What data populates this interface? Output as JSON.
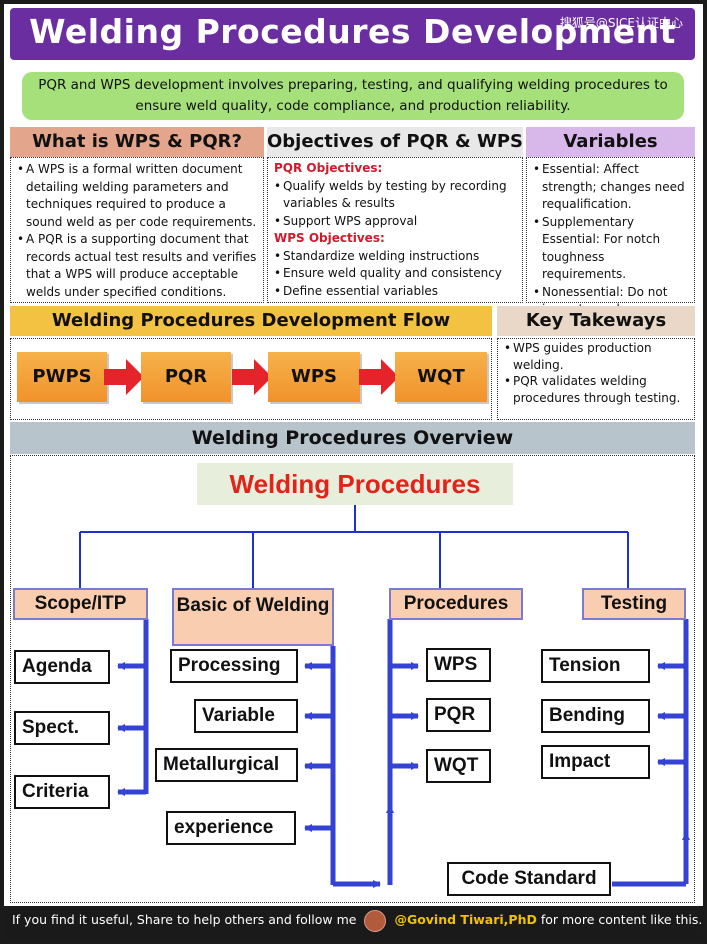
{
  "header": {
    "title": "Welding Procedures Development",
    "watermark": "搜狐号@SICE认证中心"
  },
  "intro": "PQR and WPS development involves preparing, testing, and qualifying welding procedures to ensure weld quality, code compliance, and production reliability.",
  "columns": {
    "what": {
      "title": "What is WPS & PQR?",
      "items": [
        "A WPS is a formal written document detailing welding parameters and techniques required to produce a sound weld as per code requirements.",
        "A PQR is a supporting document that records actual test results and verifies that a WPS will produce acceptable welds under specified conditions."
      ]
    },
    "objectives": {
      "title": "Objectives of PQR & WPS",
      "pqr_label": "PQR Objectives:",
      "pqr_items": [
        "Qualify welds by testing by recording variables & results",
        "Support WPS approval"
      ],
      "wps_label": "WPS Objectives:",
      "wps_items": [
        "Standardize welding instructions",
        "Ensure weld quality and consistency",
        "Define essential variables"
      ]
    },
    "variables": {
      "title": "Variables",
      "items": [
        "Essential: Affect strength; changes need requalification.",
        "Supplementary Essential: For notch toughness requirements.",
        "Nonessential: Do not impact; can be changed."
      ]
    }
  },
  "flow": {
    "title": "Welding Procedures Development Flow",
    "steps": [
      "PWPS",
      "PQR",
      "WPS",
      "WQT"
    ]
  },
  "takeaways": {
    "title": "Key Takeways",
    "items": [
      "WPS guides production welding.",
      "PQR validates welding procedures through testing."
    ]
  },
  "overview": {
    "title": "Welding Procedures  Overview"
  },
  "diagram": {
    "root": "Welding  Procedures",
    "categories": {
      "scope": "Scope/ITP",
      "basic": "Basic of Welding",
      "procedures": "Procedures",
      "testing": "Testing"
    },
    "scope_items": [
      "Agenda",
      "Spect.",
      "Criteria"
    ],
    "basic_items": [
      "Processing",
      "Variable",
      "Metallurgical",
      "experience"
    ],
    "procedure_items": [
      "WPS",
      "PQR",
      "WQT"
    ],
    "testing_items": [
      "Tension",
      "Bending",
      "Impact"
    ],
    "code_standard": "Code Standard"
  },
  "footer": {
    "prefix": "If you find it useful, Share to help others and follow me",
    "author": "@Govind Tiwari,PhD",
    "suffix": "for more content like this."
  },
  "colors": {
    "header": "#6a2ea0",
    "intro": "#a6e07a",
    "flow": "#f3c242",
    "connector": "#1f2fd0"
  }
}
